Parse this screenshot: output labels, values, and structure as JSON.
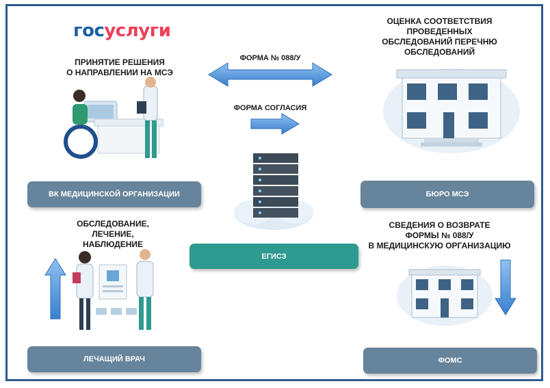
{
  "logo": {
    "part1": "гос",
    "part2": "услуги"
  },
  "headings": {
    "decision": [
      "ПРИНЯТИЕ РЕШЕНИЯ",
      "О НАПРАВЛЕНИИ НА МСЭ"
    ],
    "assessment": [
      "ОЦЕНКА СООТВЕТСТВИЯ ПРОВЕДЕННЫХ",
      "ОБСЛЕДОВАНИЙ ПЕРЕЧНЮ",
      "ОБСЛЕДОВАНИЙ"
    ],
    "exam": [
      "ОБСЛЕДОВАНИЕ,",
      "ЛЕЧЕНИЕ,",
      "НАБЛЮДЕНИЕ"
    ],
    "return": [
      "СВЕДЕНИЯ О ВОЗВРАТЕ",
      "ФОРМЫ № 088/У",
      "В МЕДИЦИНСКУЮ ОРГАНИЗАЦИЮ"
    ]
  },
  "arrows": {
    "form088": "ФОРМА № 088/У",
    "consent": "ФОРМА СОГЛАСИЯ"
  },
  "nodes": {
    "vk": "ВК МЕДИЦИНСКОЙ ОРГАНИЗАЦИИ",
    "buro": "БЮРО МСЭ",
    "egisz": "ЕГИСЗ",
    "doctor": "ЛЕЧАЩИЙ ВРАЧ",
    "foms": "ФОМС"
  },
  "colors": {
    "border": "#2c5a8c",
    "node": "#66849b",
    "egisz": "#2f9a8f",
    "arrow": "#4a8fd6"
  }
}
